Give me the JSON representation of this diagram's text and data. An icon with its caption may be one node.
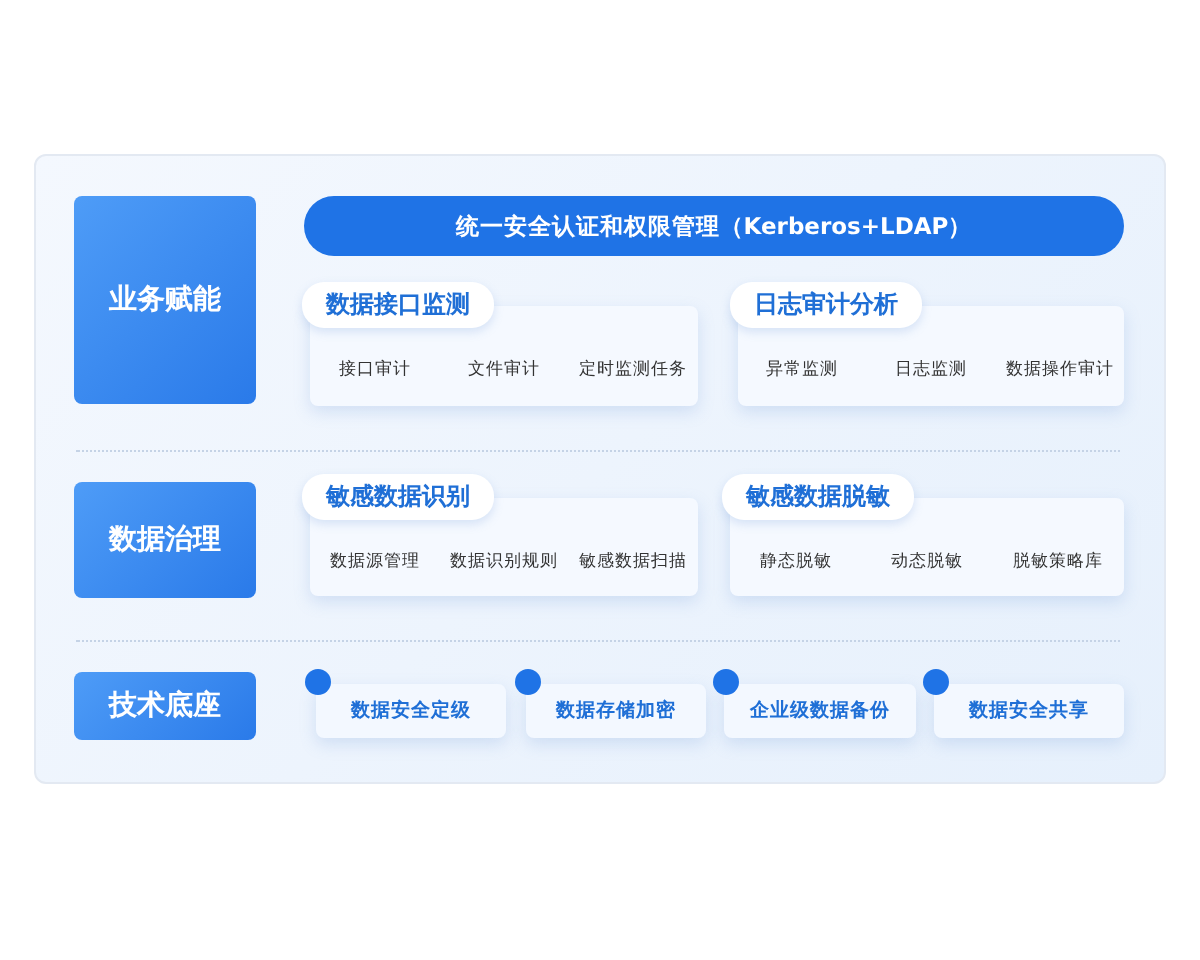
{
  "diagram": {
    "nodes": [
      {
        "text": [
          "业务赋能"
        ]
      },
      {
        "text": [
          "统一安全认证和权限管理（Kerberos+LDAP）"
        ]
      },
      {
        "text": [
          "数据接口监测",
          "接口审计",
          "文件审计",
          "定时监测任务"
        ]
      },
      {
        "text": [
          "日志审计分析",
          "异常监测",
          "日志监测",
          "数据操作审计"
        ]
      },
      {
        "text": [
          "数据治理"
        ]
      },
      {
        "text": [
          "敏感数据识别",
          "数据源管理",
          "数据识别规则",
          "敏感数据扫描"
        ]
      },
      {
        "text": [
          "敏感数据脱敏",
          "静态脱敏",
          "动态脱敏",
          "脱敏策略库"
        ]
      },
      {
        "text": [
          "技术底座"
        ]
      },
      {
        "text": [
          "数据安全定级"
        ]
      },
      {
        "text": [
          "数据存储加密"
        ]
      },
      {
        "text": [
          "企业级数据备份"
        ]
      },
      {
        "text": [
          "数据安全共享"
        ]
      }
    ],
    "edges": []
  }
}
